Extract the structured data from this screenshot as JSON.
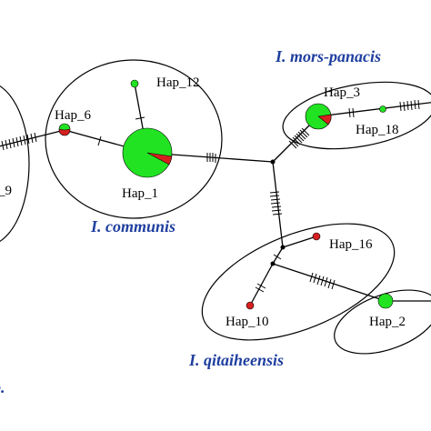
{
  "colors": {
    "green": "#22e322",
    "red": "#d62020",
    "black": "#000000",
    "species_label": "#1f3f9f"
  },
  "haplotypes": [
    {
      "id": "hap1",
      "label": "Hap_1"
    },
    {
      "id": "hap2",
      "label": "Hap_2"
    },
    {
      "id": "hap3",
      "label": "Hap_3"
    },
    {
      "id": "hap6",
      "label": "Hap_6"
    },
    {
      "id": "hap9",
      "label": "_9"
    },
    {
      "id": "hap10",
      "label": "Hap_10"
    },
    {
      "id": "hap12",
      "label": "Hap_12"
    },
    {
      "id": "hap16",
      "label": "Hap_16"
    },
    {
      "id": "hap18",
      "label": "Hap_18"
    }
  ],
  "groups": [
    {
      "id": "communis",
      "label": "I. communis"
    },
    {
      "id": "mors_panacis",
      "label": "I. mors-panacis"
    },
    {
      "id": "qitaiheensis",
      "label": "I. qitaiheensis"
    },
    {
      "id": "left_cut",
      "label": "p."
    }
  ]
}
